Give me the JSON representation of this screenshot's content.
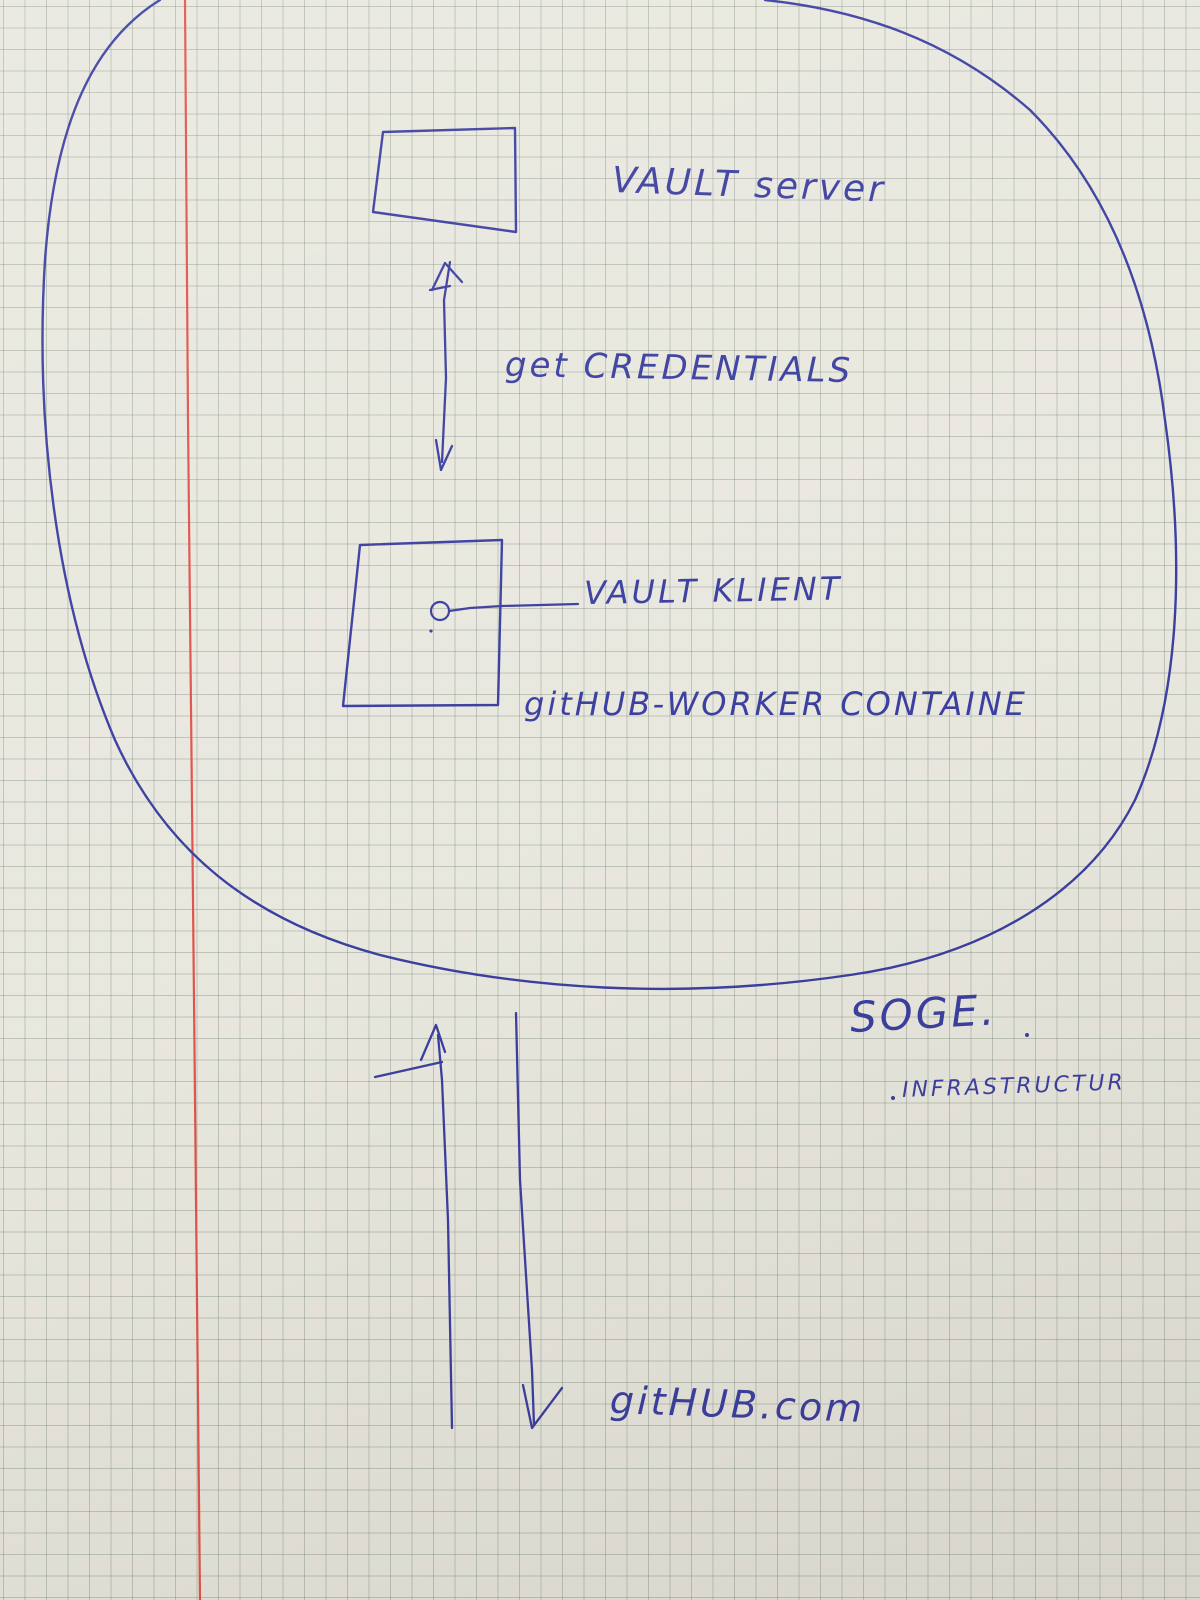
{
  "ink_color": "#3b3fa0",
  "margin_color": "#e0544c",
  "paper_color": "#e9e8df",
  "labels": {
    "vault_server": "VAULT server",
    "get_credentials": "get CREDENTIALS",
    "vault_client": "VAULT KLIENT",
    "github_worker": "gitHUB-WORKER CONTAINE",
    "soge": "SOGE.",
    "infrastructure": "INFRASTRUCTUR",
    "github_com": "gitHUB.com"
  }
}
